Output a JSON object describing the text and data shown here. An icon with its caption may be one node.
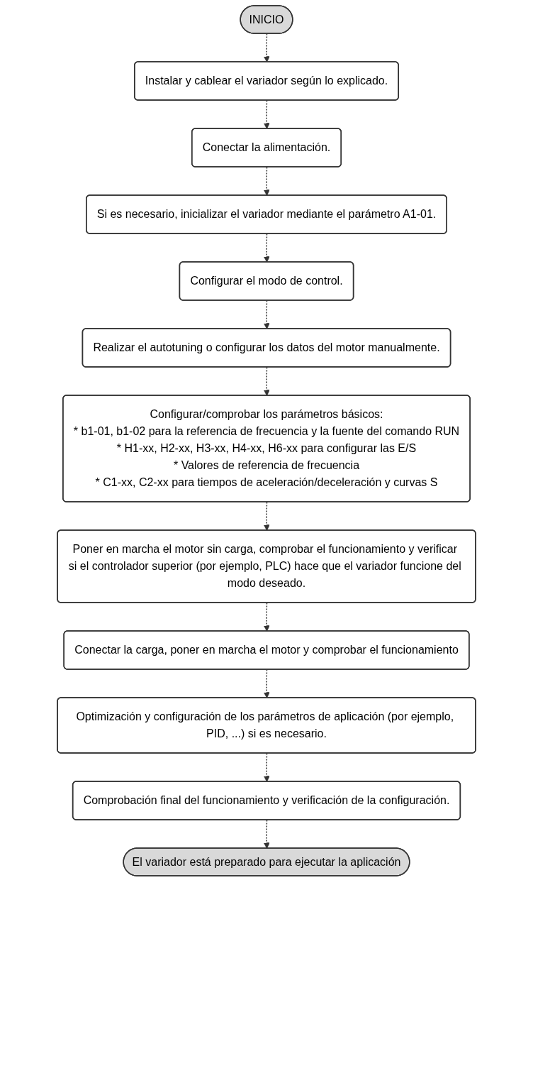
{
  "diagram": {
    "nodes": [
      {
        "text": [
          "INICIO"
        ]
      },
      {
        "text": [
          "Instalar y cablear el variador según lo explicado."
        ]
      },
      {
        "text": [
          "Conectar la alimentación."
        ]
      },
      {
        "text": [
          "Si es necesario, inicializar el variador mediante el parámetro A1-01."
        ]
      },
      {
        "text": [
          "Configurar el modo de control."
        ]
      },
      {
        "text": [
          "Realizar el autotuning o configurar los datos del motor manualmente."
        ]
      },
      {
        "text": [
          "Configurar/comprobar los parámetros básicos:",
          "* b1-01, b1-02 para la referencia de frecuencia y la fuente del comando RUN",
          "* H1-xx, H2-xx, H3-xx, H4-xx, H6-xx para configurar las E/S",
          "* Valores de referencia de frecuencia",
          "* C1-xx, C2-xx para tiempos de aceleración/deceleración y curvas S"
        ]
      },
      {
        "text": [
          "Poner en marcha el motor sin carga, comprobar el funcionamiento y verificar si el controlador superior (por ejemplo, PLC) hace que el variador funcione del modo deseado."
        ]
      },
      {
        "text": [
          "Conectar la carga, poner en marcha el motor y comprobar el funcionamiento"
        ]
      },
      {
        "text": [
          "Optimización y configuración de los parámetros de aplicación (por ejemplo, PID, ...) si es necesario."
        ]
      },
      {
        "text": [
          "Comprobación final del funcionamiento y verificación de la configuración."
        ]
      },
      {
        "text": [
          "El variador está preparado para ejecutar la aplicación"
        ]
      }
    ],
    "edges": [
      {
        "from": 0,
        "to": 1,
        "arrow": "to",
        "style": "dashed"
      },
      {
        "from": 1,
        "to": 2,
        "arrow": "to",
        "style": "dashed"
      },
      {
        "from": 2,
        "to": 3,
        "arrow": "to",
        "style": "dashed"
      },
      {
        "from": 3,
        "to": 4,
        "arrow": "to",
        "style": "dashed"
      },
      {
        "from": 4,
        "to": 5,
        "arrow": "to",
        "style": "dashed"
      },
      {
        "from": 5,
        "to": 6,
        "arrow": "to",
        "style": "dashed"
      },
      {
        "from": 6,
        "to": 7,
        "arrow": "to",
        "style": "dashed"
      },
      {
        "from": 7,
        "to": 8,
        "arrow": "to",
        "style": "dashed"
      },
      {
        "from": 8,
        "to": 9,
        "arrow": "to",
        "style": "dashed"
      },
      {
        "from": 9,
        "to": 10,
        "arrow": "to",
        "style": "dashed"
      },
      {
        "from": 10,
        "to": 11,
        "arrow": "to",
        "style": "dashed"
      }
    ]
  }
}
